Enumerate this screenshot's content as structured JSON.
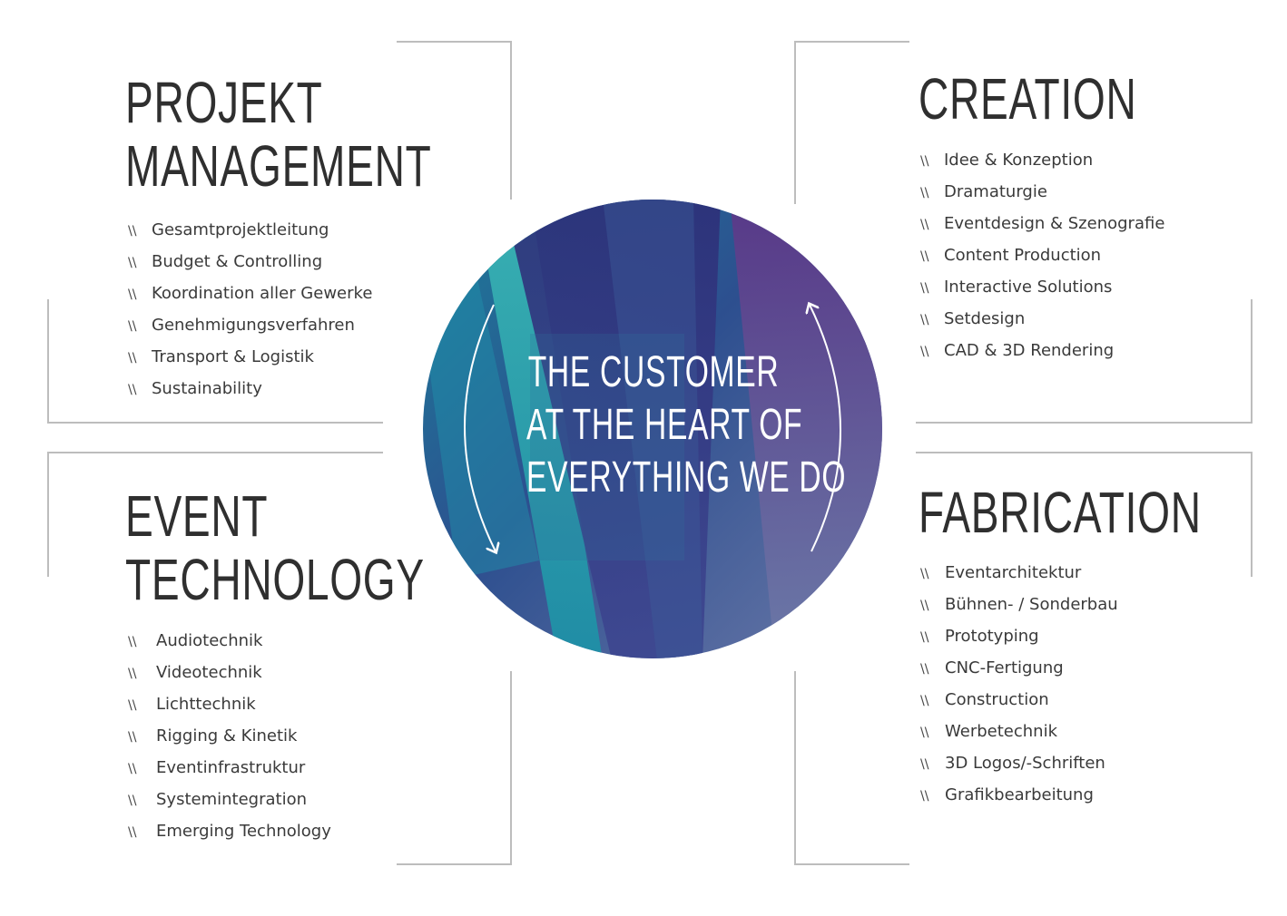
{
  "center": {
    "lines": [
      "THE CUSTOMER",
      "AT THE HEART OF",
      "EVERYTHING WE DO"
    ]
  },
  "colors": {
    "title": "#2f2f2f",
    "text": "#3a3a3a",
    "frame": "#bdbdbd",
    "disc_teal": "#2aa3b0",
    "disc_indigo": "#333a7a",
    "disc_purple": "#5e3a8a",
    "disc_slate": "#6a78a8"
  },
  "quadrants": {
    "projekt": {
      "title": [
        "PROJEKT",
        "MANAGEMENT"
      ],
      "items": [
        "Gesamtprojektleitung",
        "Budget & Controlling",
        "Koordination aller Gewerke",
        "Genehmigungsverfahren",
        "Transport & Logistik",
        "Sustainability"
      ]
    },
    "creation": {
      "title": [
        "CREATION"
      ],
      "items": [
        "Idee & Konzeption",
        "Dramaturgie",
        "Eventdesign & Szenografie",
        "Content Production",
        "Interactive Solutions",
        "Setdesign",
        "CAD & 3D Rendering"
      ]
    },
    "event": {
      "title": [
        "EVENT",
        "TECHNOLOGY"
      ],
      "items": [
        "Audiotechnik",
        "Videotechnik",
        "Lichttechnik",
        "Rigging & Kinetik",
        "Eventinfrastruktur",
        "Systemintegration",
        "Emerging Technology"
      ]
    },
    "fabrication": {
      "title": [
        "FABRICATION"
      ],
      "items": [
        "Eventarchitektur",
        "Bühnen- / Sonderbau",
        "Prototyping",
        "CNC-Fertigung",
        "Construction",
        "Werbetechnik",
        "3D Logos/-Schriften",
        "Grafikbearbeitung"
      ]
    }
  },
  "bullet_separator": "\\\\"
}
